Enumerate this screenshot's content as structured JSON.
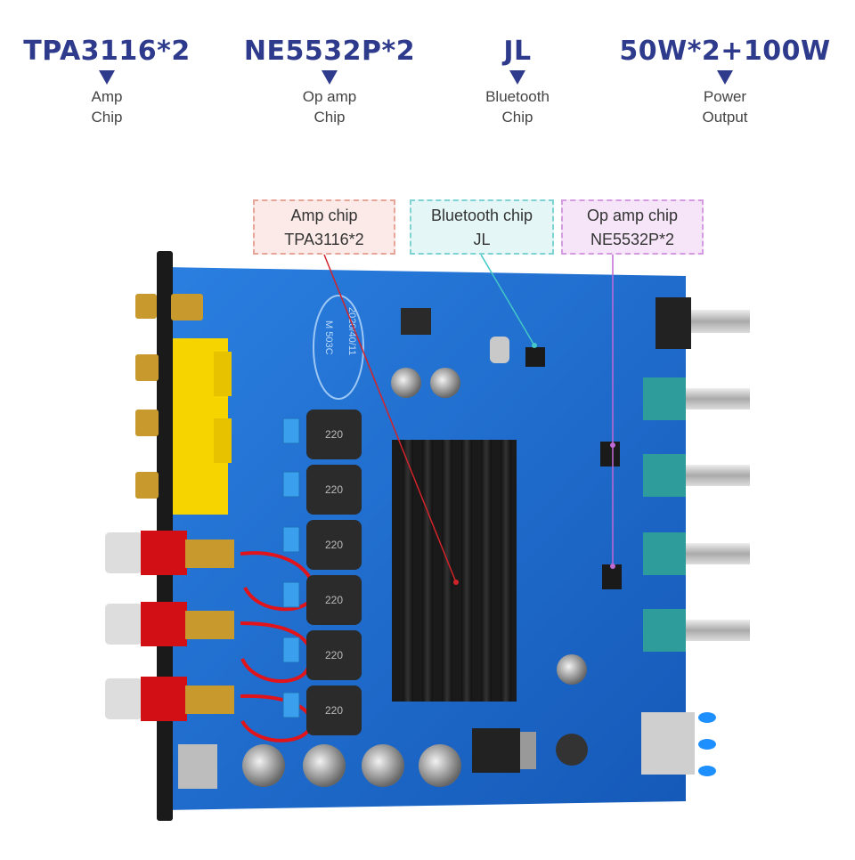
{
  "specs": [
    {
      "value": "TPA3116*2",
      "line1": "Amp",
      "line2": "Chip"
    },
    {
      "value": "NE5532P*2",
      "line1": "Op amp",
      "line2": "Chip"
    },
    {
      "value": "JL",
      "line1": "Bluetooth",
      "line2": "Chip"
    },
    {
      "value": "50W*2+100W",
      "line1": "Power",
      "line2": "Output"
    }
  ],
  "callouts": {
    "amp": {
      "line1": "Amp chip",
      "line2": "TPA3116*2"
    },
    "bluetooth": {
      "line1": "Bluetooth chip",
      "line2": "JL"
    },
    "opamp": {
      "line1": "Op amp chip",
      "line2": "NE5532P*2"
    }
  },
  "board": {
    "inductor_label": "220",
    "stamp_text": "2020/40/11",
    "stamp_model": "M 503C",
    "colors": {
      "pcb": "#1d6fd1",
      "accent": "#2e3a8c"
    }
  }
}
